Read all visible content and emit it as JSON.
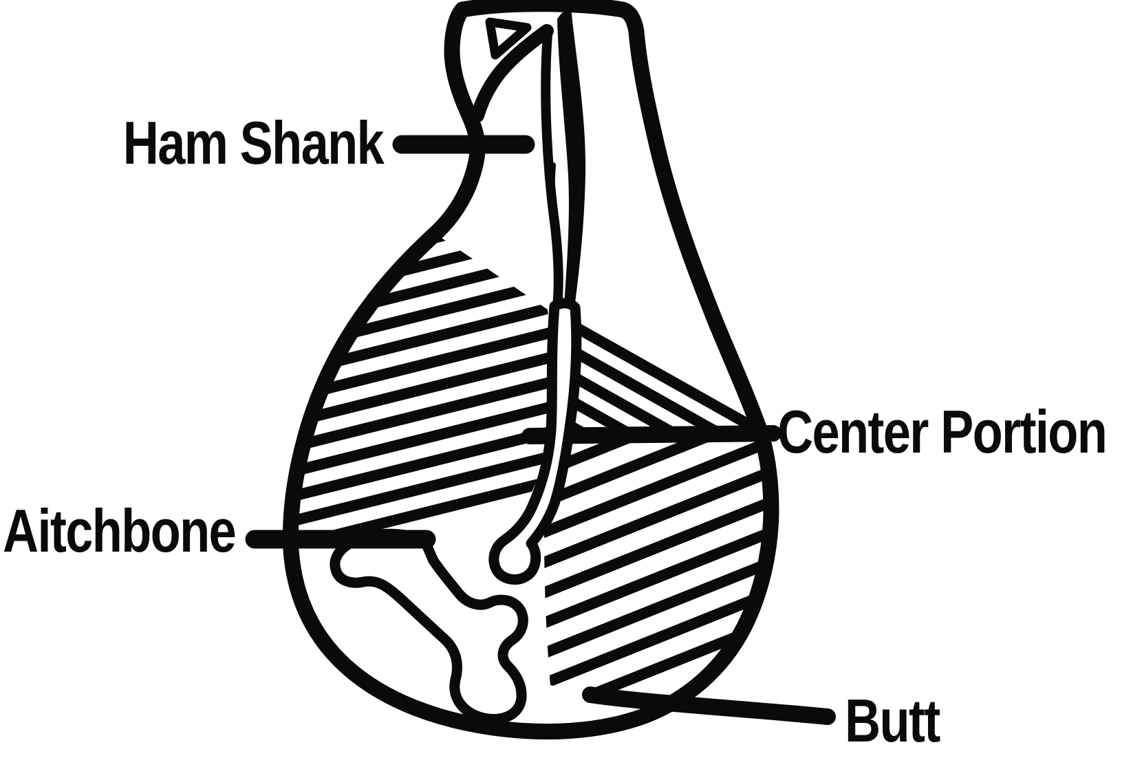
{
  "diagram": {
    "labels": {
      "ham_shank": "Ham Shank",
      "center_portion": "Center Portion",
      "aitchbone": "Aitchbone",
      "butt": "Butt"
    },
    "colors": {
      "ink": "#0a0a0a",
      "background": "#ffffff"
    }
  }
}
